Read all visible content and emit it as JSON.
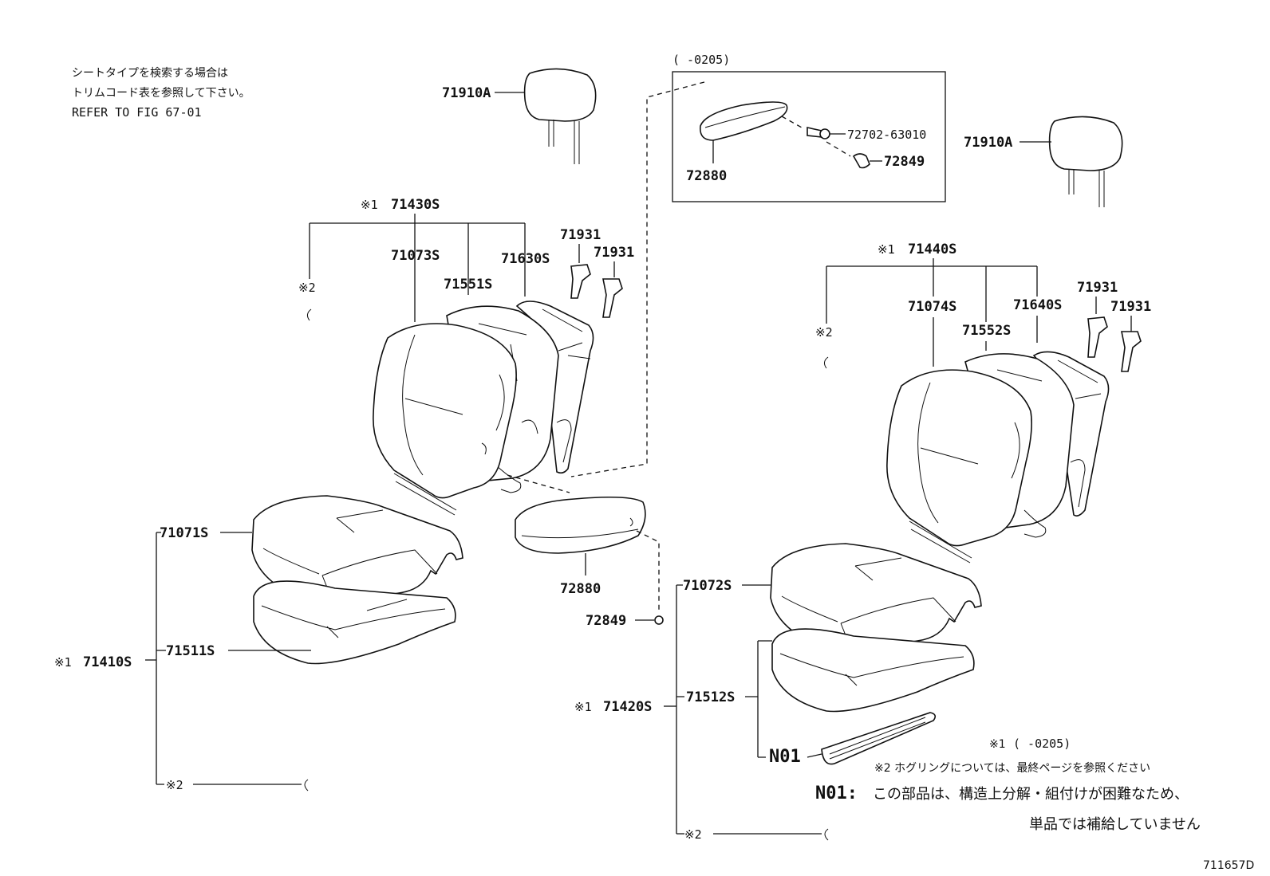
{
  "notes": {
    "line1": "シートタイプを検索する場合は",
    "line2": "トリムコード表を参照して下さい。",
    "line3": "REFER TO FIG 67-01"
  },
  "inset": {
    "range": "(      -0205)"
  },
  "parts": {
    "headrest_left": "71910A",
    "headrest_right": "71910A",
    "inset_screw": "72702-63010",
    "inset_cap": "72849",
    "inset_armrest": "72880",
    "left_back_assy": "71430S",
    "left_back_cover": "71073S",
    "left_back_pad": "71551S",
    "left_back_frame": "71630S",
    "guide_a": "71931",
    "guide_b": "71931",
    "left_cushion_cover": "71071S",
    "left_cushion_pad": "71511S",
    "left_cushion_assy": "71410S",
    "armrest": "72880",
    "cap": "72849",
    "right_back_assy": "71440S",
    "right_back_cover": "71074S",
    "right_back_pad": "71552S",
    "right_back_frame": "71640S",
    "guide_c": "71931",
    "guide_d": "71931",
    "right_cushion_cover": "71072S",
    "right_cushion_pad": "71512S",
    "right_cushion_assy": "71420S",
    "n01": "N01"
  },
  "marks": {
    "m1": "※1",
    "m2": "※2"
  },
  "legend": {
    "l1_mark": "※1",
    "l1_text": "(      -0205)",
    "l2": "※2  ホグリングについては、最終ページを参照ください",
    "n01_label": "N01:",
    "n01_text1": "この部品は、構造上分解・組付けが困難なため、",
    "n01_text2": "単品では補給していません"
  },
  "figure_id": "711657D"
}
